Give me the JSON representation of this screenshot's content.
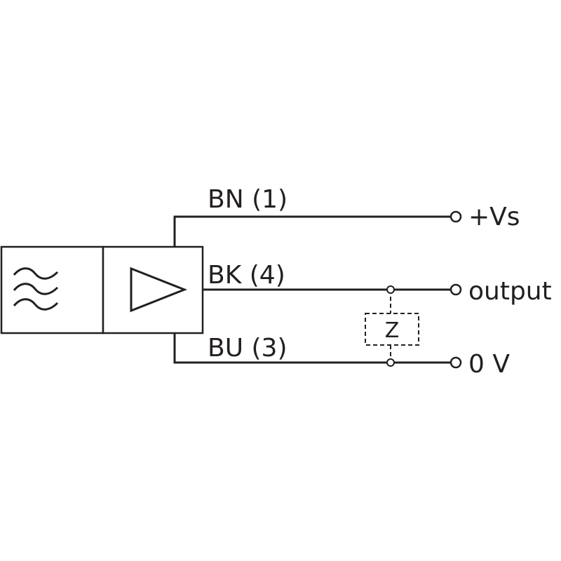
{
  "wires": {
    "bn": {
      "label": "BN (1)",
      "terminal": "+Vs"
    },
    "bk": {
      "label": "BK (4)",
      "terminal": "output"
    },
    "bu": {
      "label": "BU (3)",
      "terminal": "0 V"
    }
  },
  "load": {
    "label": "Z"
  },
  "icons": {
    "sensing_face": "wave-icon",
    "amplifier": "amplifier-triangle-icon"
  },
  "colors": {
    "line": "#231f20",
    "background": "#ffffff"
  }
}
